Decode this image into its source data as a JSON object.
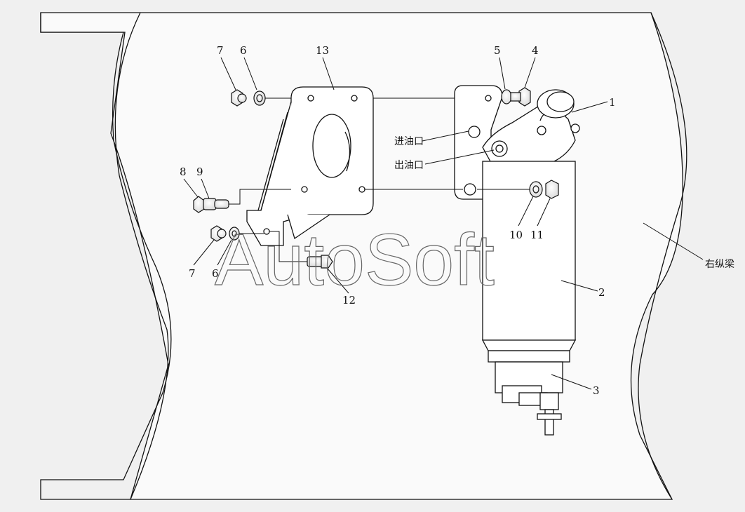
{
  "watermark": "AutoSoft",
  "part_labels": {
    "p1": "1",
    "p2": "2",
    "p3": "3",
    "p4": "4",
    "p5": "5",
    "p6a": "6",
    "p6b": "6",
    "p7a": "7",
    "p7b": "7",
    "p8": "8",
    "p9": "9",
    "p10": "10",
    "p11": "11",
    "p12": "12",
    "p13": "13"
  },
  "annotations": {
    "inlet": "进油口",
    "outlet": "出油口",
    "frame_rail": "右纵梁"
  }
}
